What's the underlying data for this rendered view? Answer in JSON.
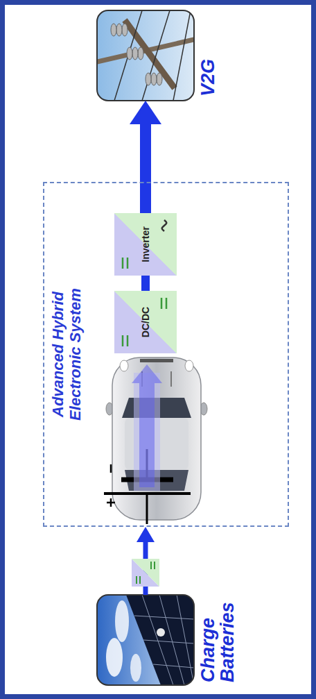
{
  "diagram": {
    "nodes": [
      {
        "text": [
          "Charge Batteries"
        ]
      },
      {
        "text": [
          "Advanced Hybrid Electronic System"
        ]
      },
      {
        "text": [
          "DC/DC"
        ],
        "in": 1
      },
      {
        "text": [
          "Inverter"
        ],
        "in": 1
      },
      {
        "text": [
          "V2G"
        ]
      }
    ],
    "edges": [
      {
        "from": 0,
        "to": 1,
        "arrow": "to"
      },
      {
        "from": 2,
        "to": 3,
        "arrow": "none"
      },
      {
        "from": 3,
        "to": 4,
        "arrow": "to"
      }
    ]
  }
}
